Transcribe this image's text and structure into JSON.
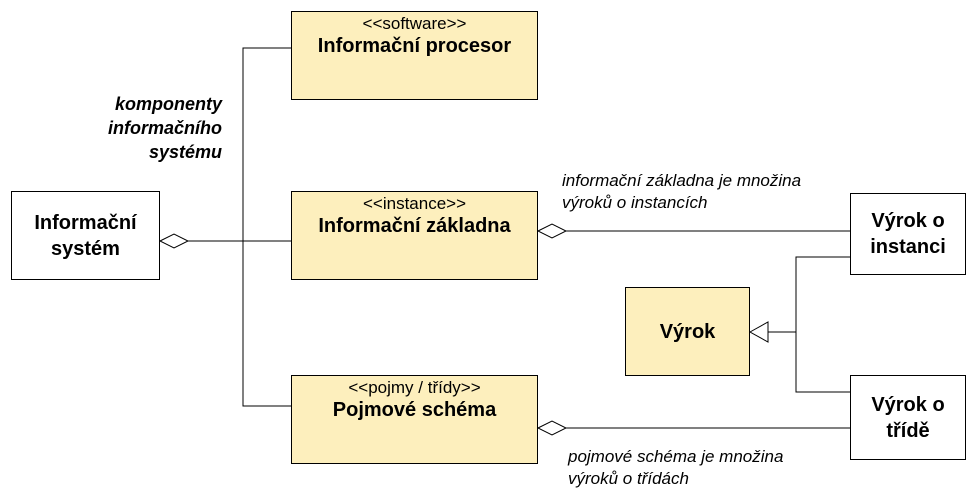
{
  "classes": {
    "procesor": {
      "stereotype": "<<software>>",
      "name": "Informační procesor"
    },
    "zakladna": {
      "stereotype": "<<instance>>",
      "name": "Informační základna"
    },
    "schema": {
      "stereotype": "<<pojmy / třídy>>",
      "name": "Pojmové schéma"
    },
    "vyrok": {
      "name": "Výrok"
    },
    "system": {
      "line1": "Informační",
      "line2": "systém"
    },
    "vyrok_instance": {
      "line1": "Výrok o",
      "line2": "instanci"
    },
    "vyrok_tride": {
      "line1": "Výrok o",
      "line2": "třídě"
    }
  },
  "notes": {
    "komponenty": {
      "line1": "komponenty",
      "line2": "informačního",
      "line3": "systému"
    },
    "zakladna_note": {
      "line1": "informační základna je množina",
      "line2": "výroků o instancích"
    },
    "schema_note": {
      "line1": "pojmové schéma je množina",
      "line2": "výroků o třídách"
    }
  },
  "colors": {
    "class_fill": "#fdefbd",
    "line": "#000000"
  }
}
